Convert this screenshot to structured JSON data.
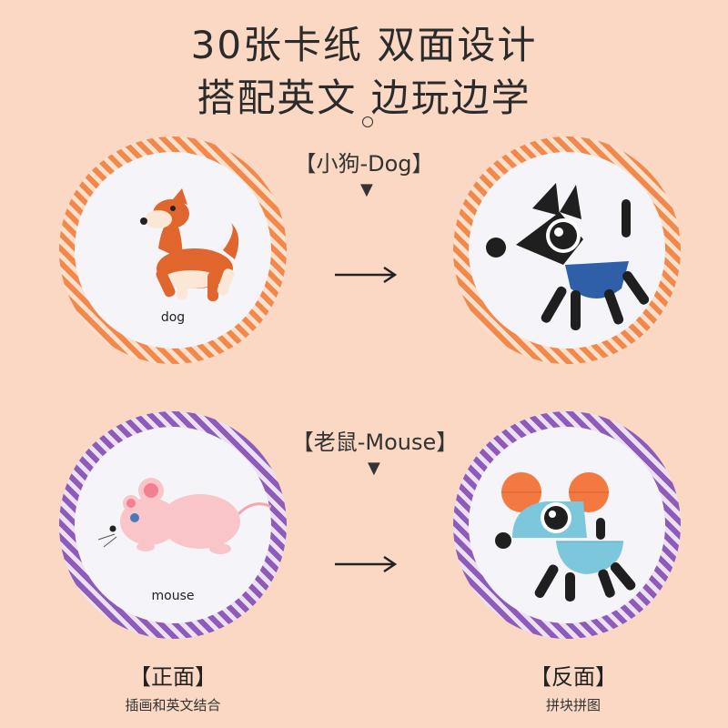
{
  "header": {
    "line1": "30张卡纸 双面设计",
    "line2": "搭配英文 边玩边学"
  },
  "dog": {
    "label": "【小狗-Dog】",
    "word": "dog"
  },
  "mouse": {
    "label": "【老鼠-Mouse】",
    "word": "mouse"
  },
  "footer": {
    "front_title": "【正面】",
    "front_desc": "插画和英文结合",
    "back_title": "【反面】",
    "back_desc": "拼块拼图"
  },
  "colors": {
    "background": "#fad8c4",
    "orange_stripe": "#f2894c",
    "purple_stripe": "#8f5bb8",
    "dog_blue": "#2e5fa8",
    "mouse_orange": "#f37940",
    "mouse_cyan": "#7cc7dc"
  }
}
